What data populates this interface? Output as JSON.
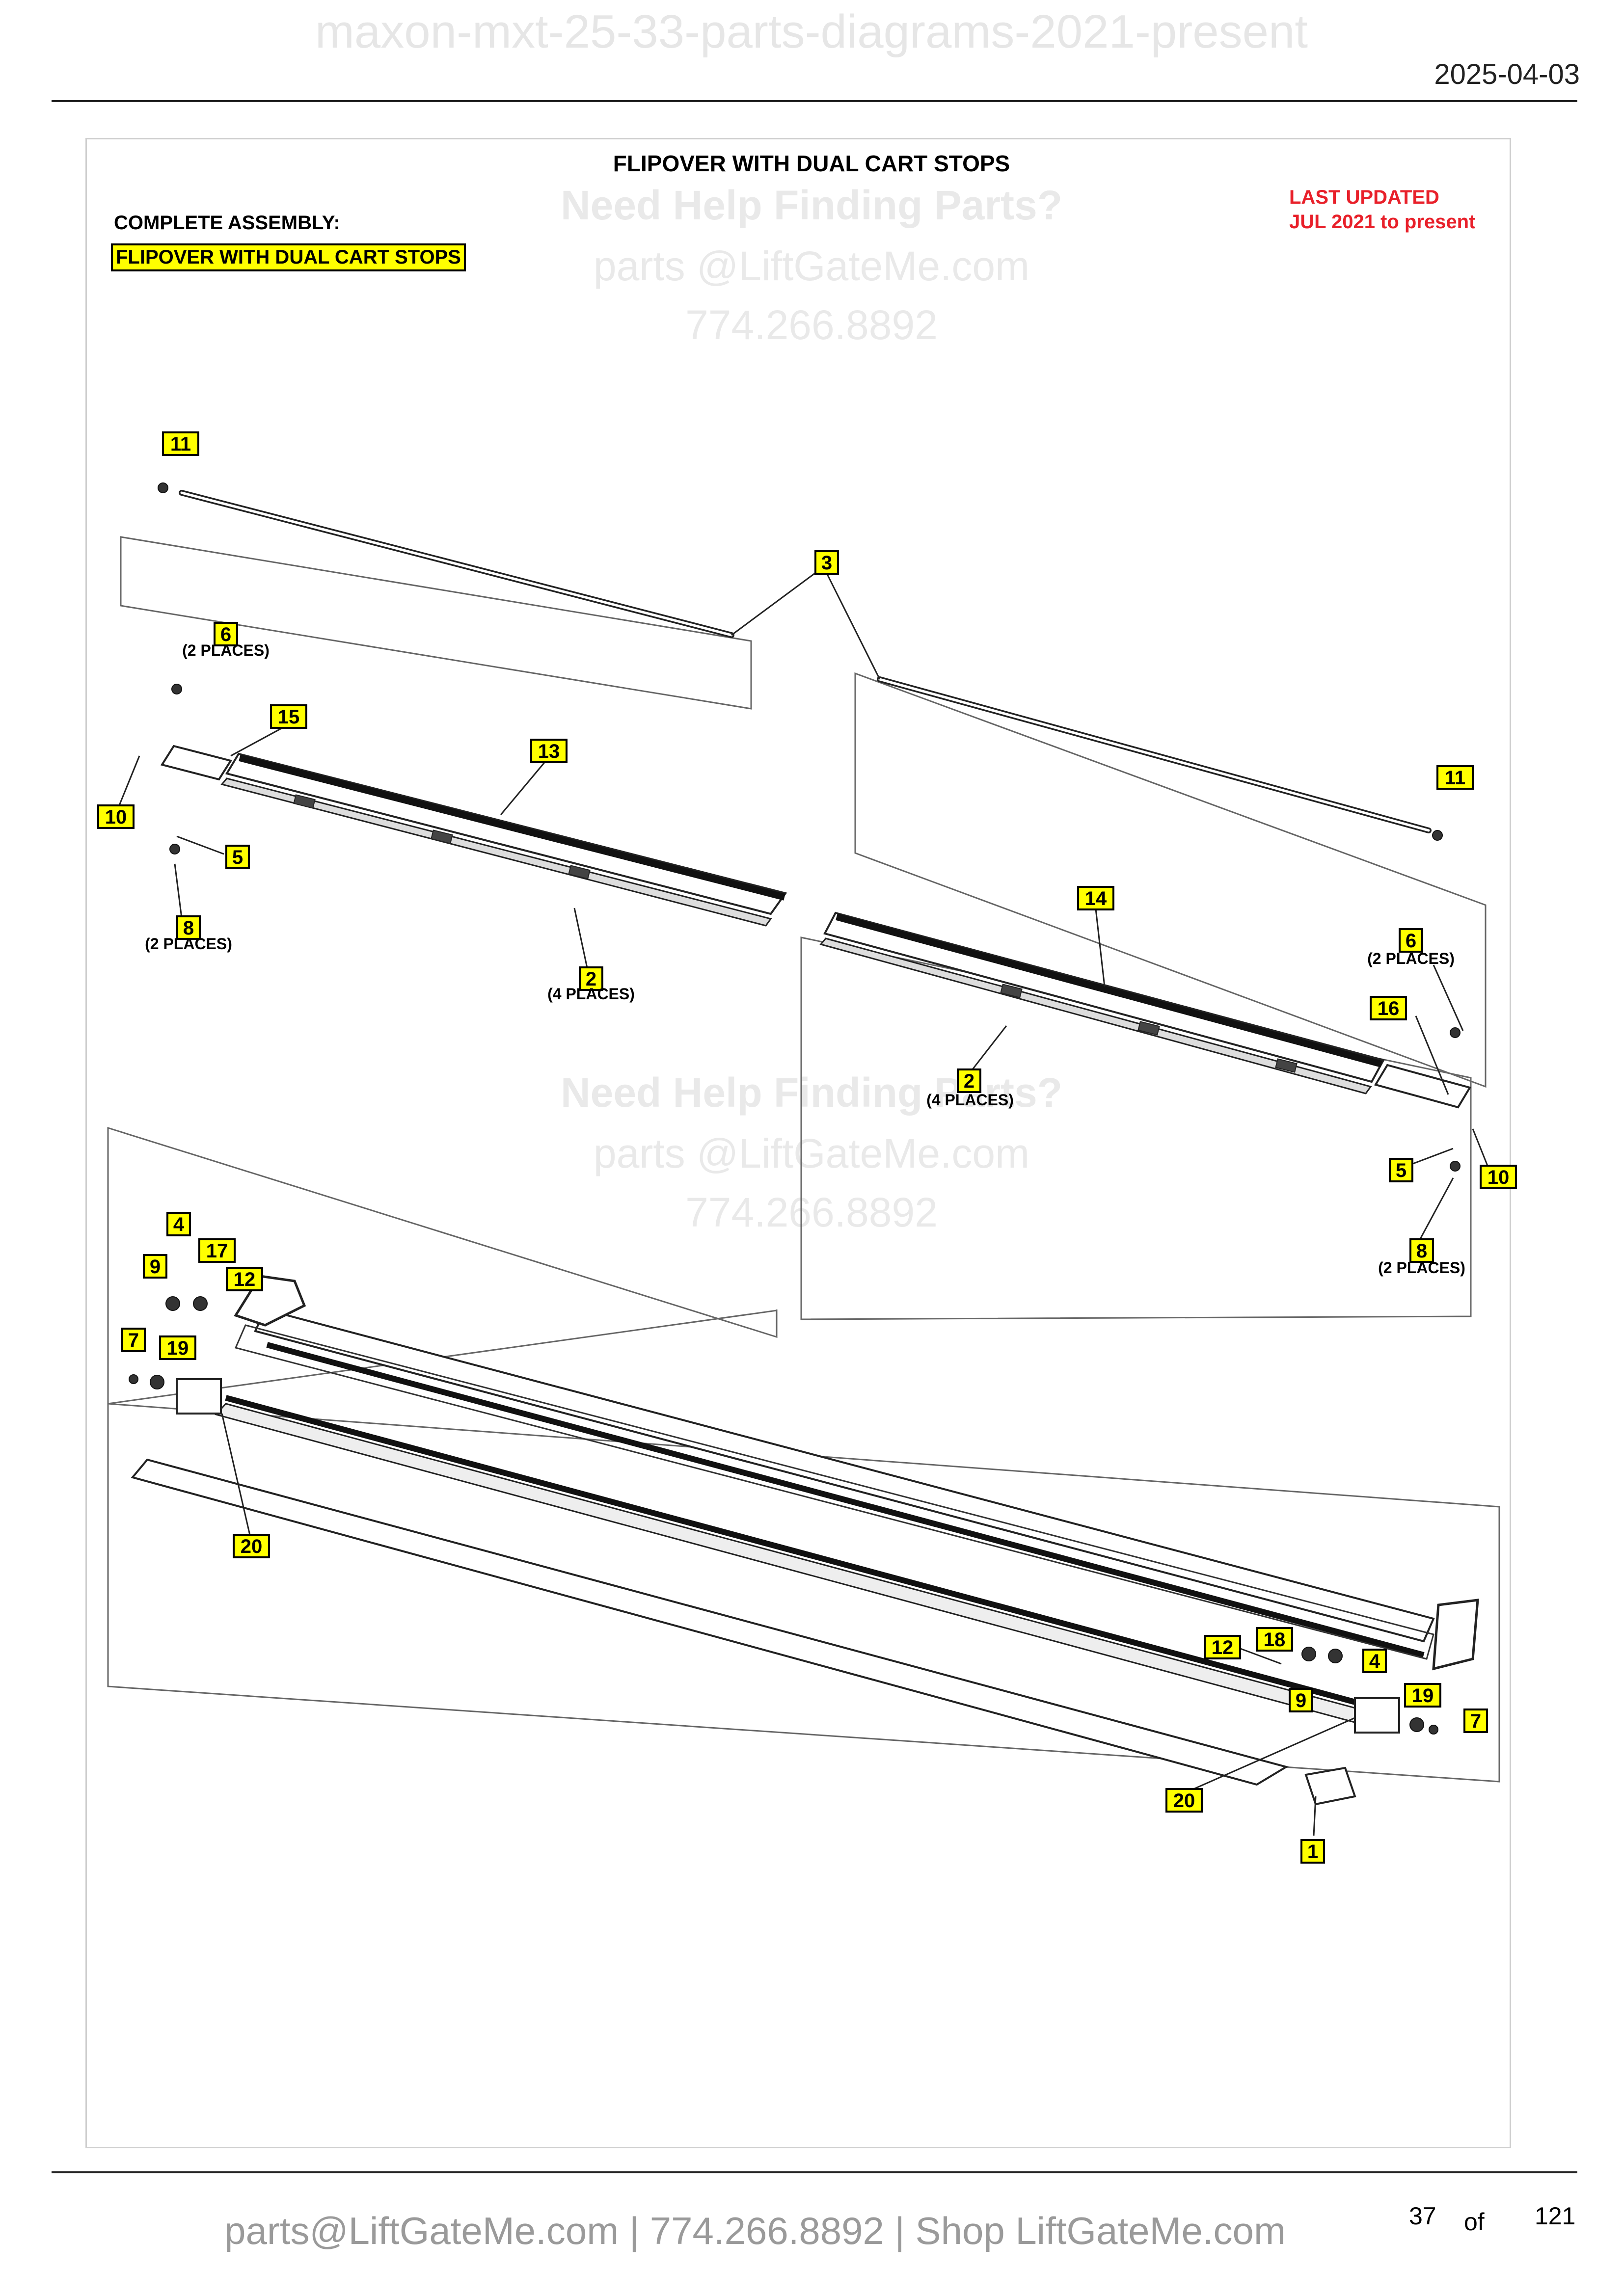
{
  "header": {
    "watermark": "maxon-mxt-25-33-parts-diagrams-2021-present",
    "date": "2025-04-03"
  },
  "sheet": {
    "title": "FLIPOVER WITH DUAL CART STOPS",
    "assembly_label": "COMPLETE ASSEMBLY:",
    "assembly_name": "FLIPOVER WITH DUAL CART STOPS",
    "updated_line1": "LAST UPDATED",
    "updated_line2": "JUL 2021 to present"
  },
  "watermarks": {
    "help": "Need Help Finding Parts?",
    "email": "parts @LiftGateMe.com",
    "phone": "774.266.8892"
  },
  "callouts": [
    "11",
    "3",
    "6",
    "15",
    "13",
    "10",
    "5",
    "8",
    "2",
    "14",
    "11",
    "6",
    "16",
    "2",
    "5",
    "10",
    "8",
    "4",
    "17",
    "9",
    "12",
    "7",
    "19",
    "20",
    "12",
    "18",
    "4",
    "9",
    "19",
    "7",
    "20",
    "1"
  ],
  "notes": [
    "(2 PLACES)",
    "(2 PLACES)",
    "(4 PLACES)",
    "(2 PLACES)",
    "(4 PLACES)",
    "(2 PLACES)"
  ],
  "colors": {
    "callout_fill": "#ffff00",
    "updated_text": "#e8202a",
    "watermark": "#e9e9e9"
  },
  "footer": {
    "contact": "parts@LiftGateMe.com | 774.266.8892 | Shop LiftGateMe.com",
    "page": "37",
    "of": "of",
    "total": "121"
  }
}
